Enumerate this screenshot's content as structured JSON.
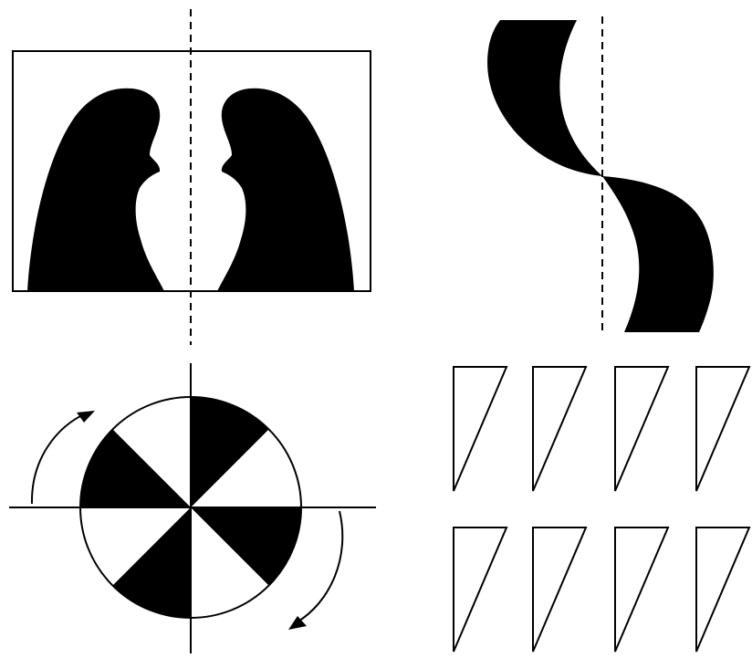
{
  "figure": {
    "panels": [
      {
        "id": "faces-vase",
        "description_key": "reflection-symmetry-rectangle"
      },
      {
        "id": "s-shape",
        "description_key": "point-symmetry"
      },
      {
        "id": "pinwheel-circle",
        "description_key": "rotational-symmetry",
        "sectors": 8,
        "filled_sectors": 4
      },
      {
        "id": "triangle-grid",
        "description_key": "translation-pattern",
        "rows": 2,
        "columns": 4
      }
    ],
    "colors": {
      "ink": "#000000",
      "paper": "#ffffff"
    }
  }
}
